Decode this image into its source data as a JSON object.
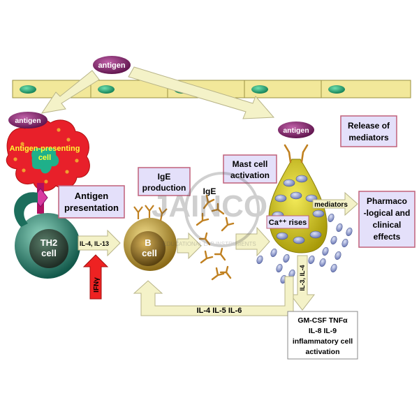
{
  "labels": {
    "antigen_top": "antigen",
    "antigen_apc": "antigen",
    "antigen_mast": "antigen",
    "apc_line1": "Antigen-presenting",
    "apc_line2": "cell",
    "antigen_presentation_line1": "Antigen",
    "antigen_presentation_line2": "presentation",
    "th2_line1": "TH2",
    "th2_line2": "cell",
    "b_line1": "B",
    "b_line2": "cell",
    "il4_il13": "IL-4, IL-13",
    "ifn_gamma": "IFNγ",
    "ige_production_line1": "IgE",
    "ige_production_line2": "production",
    "ige_small": "IgE",
    "mast_activation_line1": "Mast cell",
    "mast_activation_line2": "activation",
    "ca_rises": "Ca⁺⁺ rises",
    "mediators_arrow": "mediators",
    "release_line1": "Release of",
    "release_line2": "mediators",
    "pharmaco_line1": "Pharmaco",
    "pharmaco_line2": "-logical and",
    "pharmaco_line3": "clinical",
    "pharmaco_line4": "effects",
    "il3_il4": "IL-3, IL-4",
    "feedback": "IL-4  IL-5  IL-6",
    "cytokines_line1": "GM-CSF TNFα",
    "cytokines_line2": "IL-8 IL-9",
    "cytokines_line3": "inflammatory cell",
    "cytokines_line4": "activation",
    "watermark_main": "JAINCO",
    "watermark_sub": "EDUCATIONAL LAB INSTRUMENTS"
  },
  "colors": {
    "antigen_purple": "#80206a",
    "epithelium": "#f2e89a",
    "nucleus_green": "#1f9e6e",
    "apc_red": "#e8202a",
    "teal_cell": "#1c6e5c",
    "b_cell": "#b08c30",
    "mast_cell": "#d8cc12",
    "granule": "#9aa8d8",
    "box_fill": "#e4e0fa",
    "box_border": "#c0607a",
    "arrow_fill": "#f4f2c8",
    "ifn_red": "#ee2222"
  }
}
